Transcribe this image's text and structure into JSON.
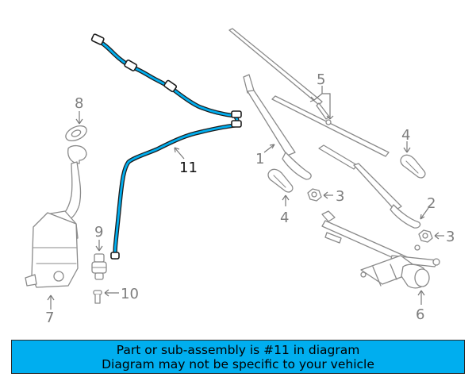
{
  "diagram": {
    "colors": {
      "highlight": "#00aeef",
      "line": "#8a8a8a",
      "caption_bg": "#00aeef"
    },
    "callouts": [
      {
        "id": "c1",
        "label": "1"
      },
      {
        "id": "c2",
        "label": "2"
      },
      {
        "id": "c3a",
        "label": "3"
      },
      {
        "id": "c3b",
        "label": "3"
      },
      {
        "id": "c4a",
        "label": "4"
      },
      {
        "id": "c4b",
        "label": "4"
      },
      {
        "id": "c5",
        "label": "5"
      },
      {
        "id": "c6",
        "label": "6"
      },
      {
        "id": "c7",
        "label": "7"
      },
      {
        "id": "c8",
        "label": "8"
      },
      {
        "id": "c9",
        "label": "9"
      },
      {
        "id": "c10",
        "label": "10"
      },
      {
        "id": "c11",
        "label": "11"
      }
    ],
    "highlighted_part": "11"
  },
  "caption": {
    "line1": "Part or sub-assembly is #11 in diagram",
    "line2": "Diagram may not be specific to your vehicle"
  }
}
